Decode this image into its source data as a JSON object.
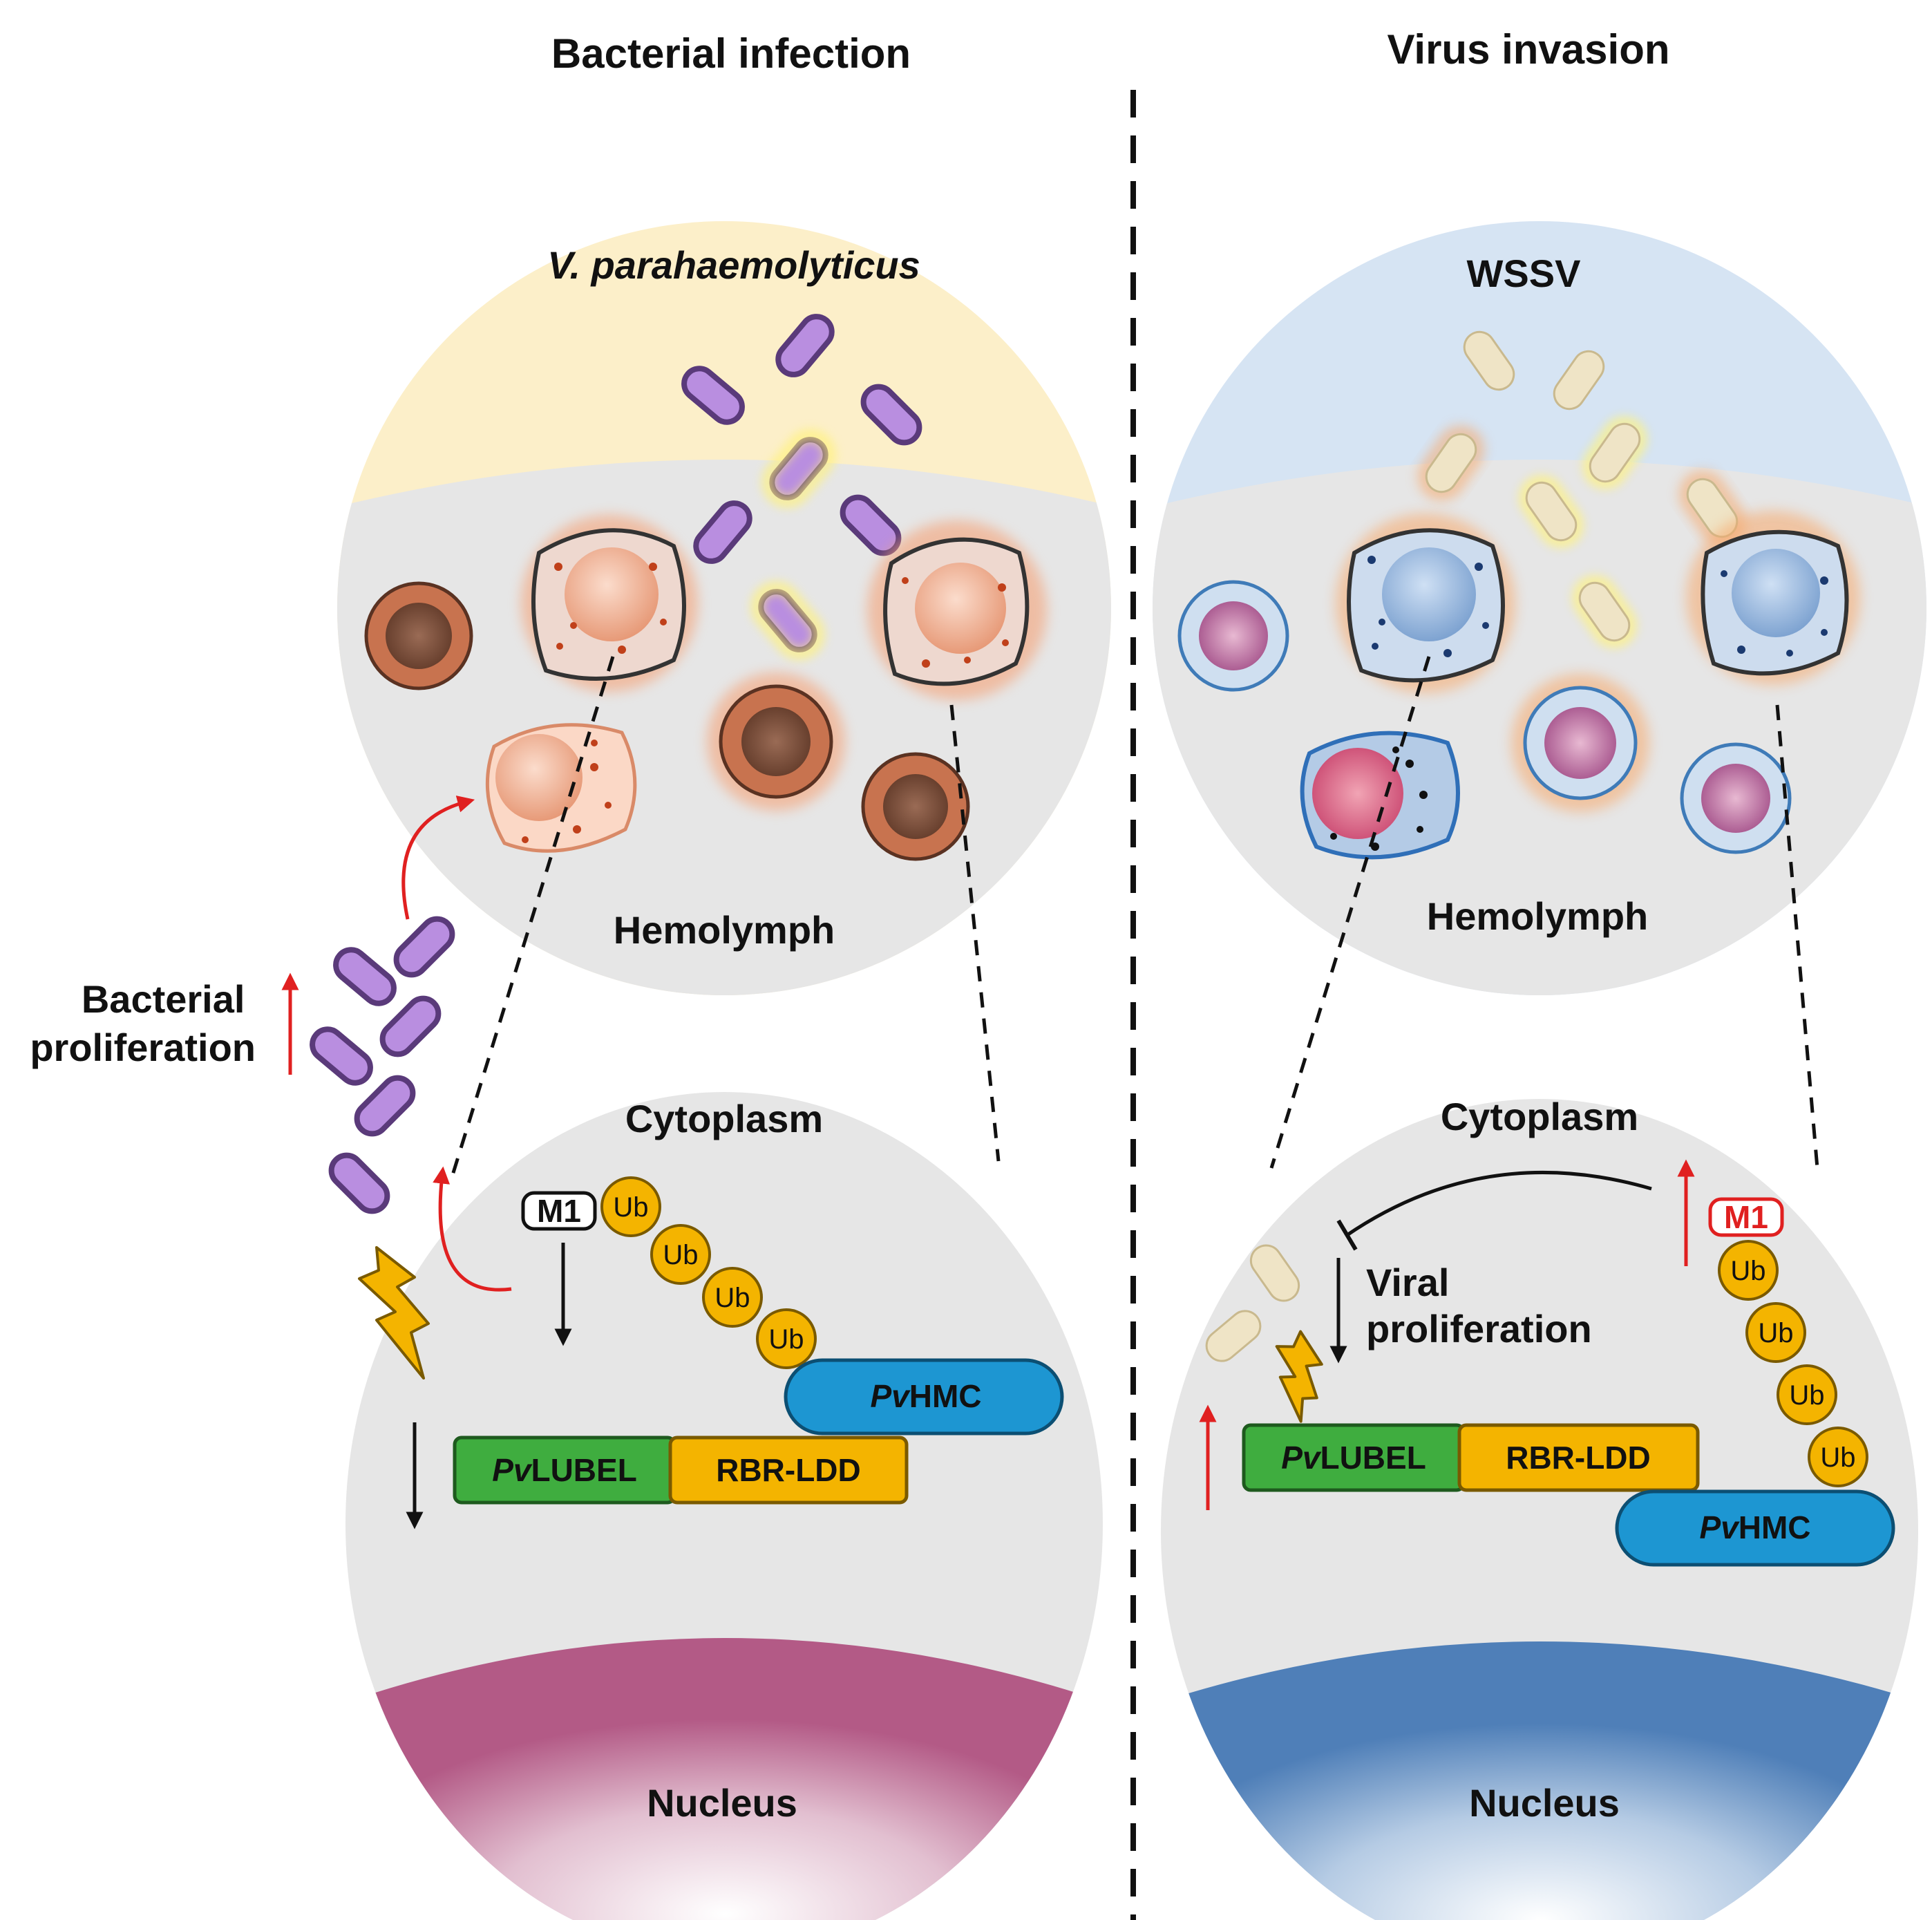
{
  "left_panel": {
    "title": "Bacterial infection",
    "pathogen": "V. parahaemolyticus",
    "hemolymph": "Hemolymph",
    "cytoplasm": "Cytoplasm",
    "nucleus": "Nucleus",
    "proliferation": [
      "Bacterial",
      "proliferation"
    ],
    "m1": "M1",
    "ub": [
      "Ub",
      "Ub",
      "Ub",
      "Ub"
    ],
    "hmc": [
      "Pv",
      "HMC"
    ],
    "lubel": [
      "Pv",
      "LUBEL"
    ],
    "rbr": "RBR-LDD"
  },
  "right_panel": {
    "title": "Virus invasion",
    "pathogen": "WSSV",
    "hemolymph": "Hemolymph",
    "cytoplasm": "Cytoplasm",
    "nucleus": "Nucleus",
    "proliferation": [
      "Viral",
      "proliferation"
    ],
    "m1": "M1",
    "ub": [
      "Ub",
      "Ub",
      "Ub",
      "Ub"
    ],
    "hmc": [
      "Pv",
      "HMC"
    ],
    "lubel": [
      "Pv",
      "LUBEL"
    ],
    "rbr": "RBR-LDD"
  },
  "colors": {
    "bacteria_fill": "#b98ee0",
    "bacteria_stroke": "#5a3a7a",
    "hemocyte_orange": "#e8b49a",
    "hemocyte_dark": "#c8734f",
    "hemocyte_blue": "#b9cde6",
    "ub_orange": "#f4b400",
    "hmc_blue": "#1d96d2",
    "lubel_green": "#3fad3f",
    "red_arrow": "#e02020",
    "left_top": "#fcefc9",
    "right_top": "#d6e4f3",
    "gray": "#e6e6e6",
    "nucleus_left": "#b35a86",
    "nucleus_right": "#4f7fb8"
  }
}
